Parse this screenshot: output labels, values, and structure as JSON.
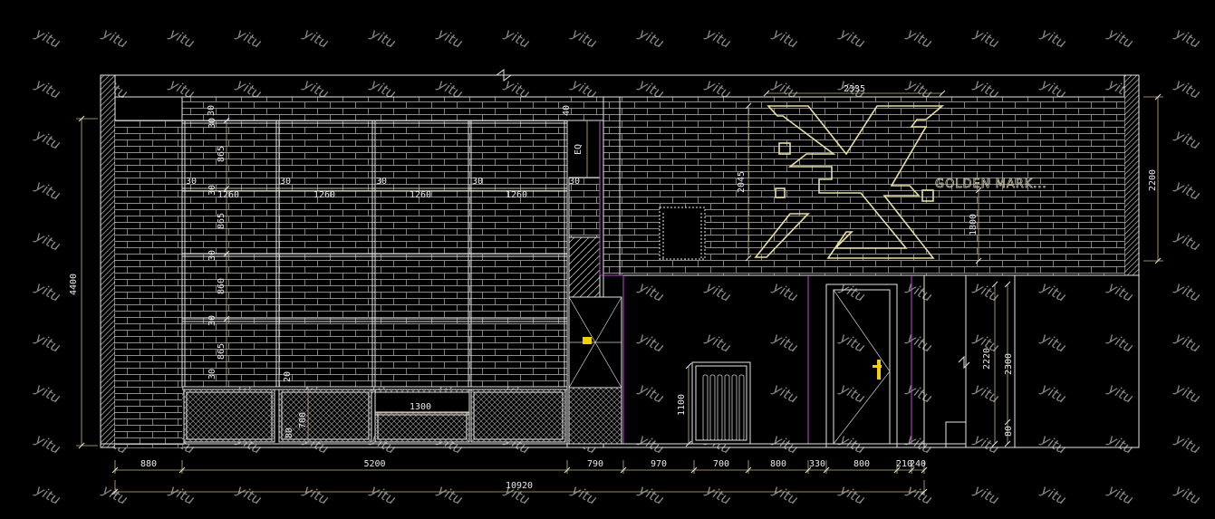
{
  "watermark": "yitu",
  "sign": {
    "text": "GOLDEN MARK...",
    "logo_name": "x-logo"
  },
  "dimensions": {
    "overall_width": "10920",
    "overall_height": "4400",
    "bottom_segments": [
      "880",
      "5200",
      "790",
      "970",
      "700",
      "800",
      "330",
      "800",
      "210",
      "240"
    ],
    "right_upper": "2200",
    "right_lower_outer": "2300",
    "right_lower_inner": "2220",
    "right_plinth": "80",
    "sign_width": "2335",
    "sign_height": "2045",
    "sign_mount": "1800",
    "door_step": "1100",
    "shelf_col_widths": [
      "1260",
      "1260",
      "1260",
      "1260"
    ],
    "shelf_row_heights": [
      "865",
      "865",
      "860",
      "865"
    ],
    "shelf_spacer": "30",
    "shelf_top_gap": "30",
    "shelf_side_gap": "40",
    "side_eq": "EQ",
    "base_span": "1300",
    "base_height": "700",
    "base_plinth": "80",
    "base_gap": "20"
  },
  "colors": {
    "background": "#000000",
    "lines": "#e6e6e6",
    "dim": "#c9b37a",
    "magenta": "#c04ad0",
    "brick": "#8c8c8c",
    "yellow": "#f2d200"
  }
}
